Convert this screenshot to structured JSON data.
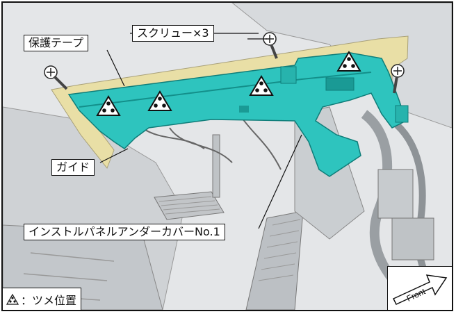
{
  "labels": {
    "screw": "スクリュー×3",
    "tape": "保護テープ",
    "guide": "ガイド",
    "part_name": "インストルパネルアンダーカバーNo.1",
    "legend": "：ツメ位置",
    "front": "Front"
  },
  "colors": {
    "part": "#2ec4be",
    "tape": "#e9dfa6",
    "claw_mark": "#111111"
  },
  "icons": [
    "screw-icon",
    "claw-position-marker-icon",
    "front-direction-arrow-icon"
  ]
}
